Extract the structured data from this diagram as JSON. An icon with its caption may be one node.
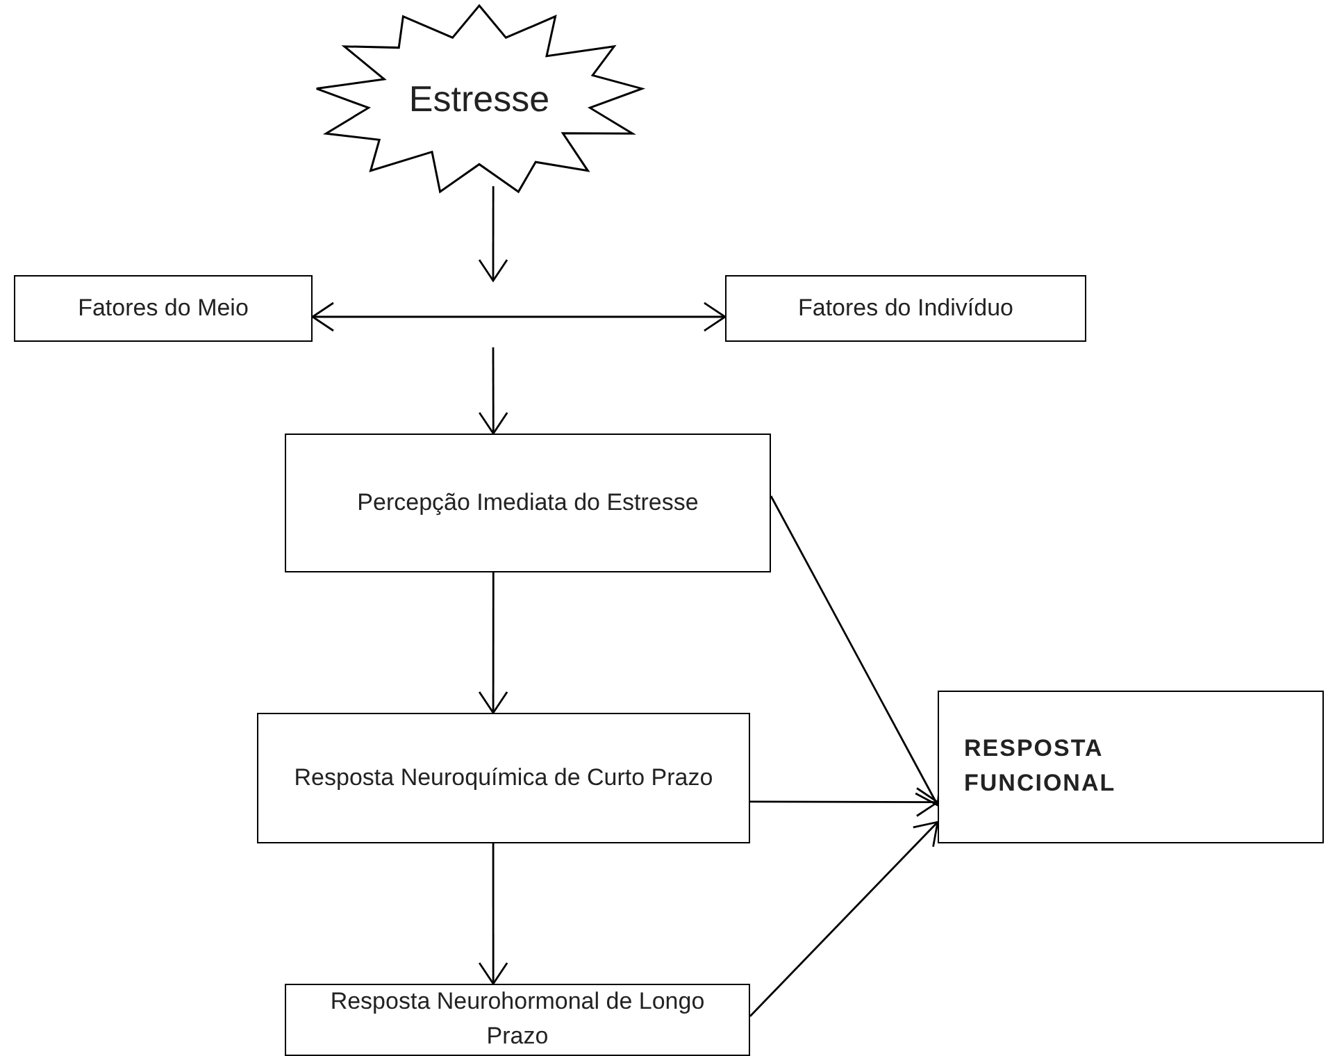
{
  "diagram": {
    "nodes": [
      {
        "text": [
          "Estresse"
        ]
      },
      {
        "text": [
          "Fatores do Meio"
        ]
      },
      {
        "text": [
          "Fatores do Indivíduo"
        ]
      },
      {
        "text": [
          "Percepção Imediata do Estresse"
        ]
      },
      {
        "text": [
          "Resposta Neuroquímica de Curto Prazo"
        ]
      },
      {
        "text": [
          "Resposta Neurohormonal de Longo Prazo"
        ]
      },
      {
        "text": [
          "RESPOSTA FUNCIONAL"
        ]
      }
    ],
    "edges": [
      {
        "from": 0,
        "to": null,
        "arrow": "to"
      },
      {
        "from": 1,
        "to": 2,
        "arrow": "both"
      },
      {
        "from": null,
        "to": 3,
        "arrow": "to"
      },
      {
        "from": 3,
        "to": 4,
        "arrow": "to"
      },
      {
        "from": 4,
        "to": 5,
        "arrow": "to"
      },
      {
        "from": 3,
        "to": 6,
        "arrow": "to"
      },
      {
        "from": 4,
        "to": 6,
        "arrow": "to"
      },
      {
        "from": 5,
        "to": 6,
        "arrow": "to"
      }
    ]
  }
}
